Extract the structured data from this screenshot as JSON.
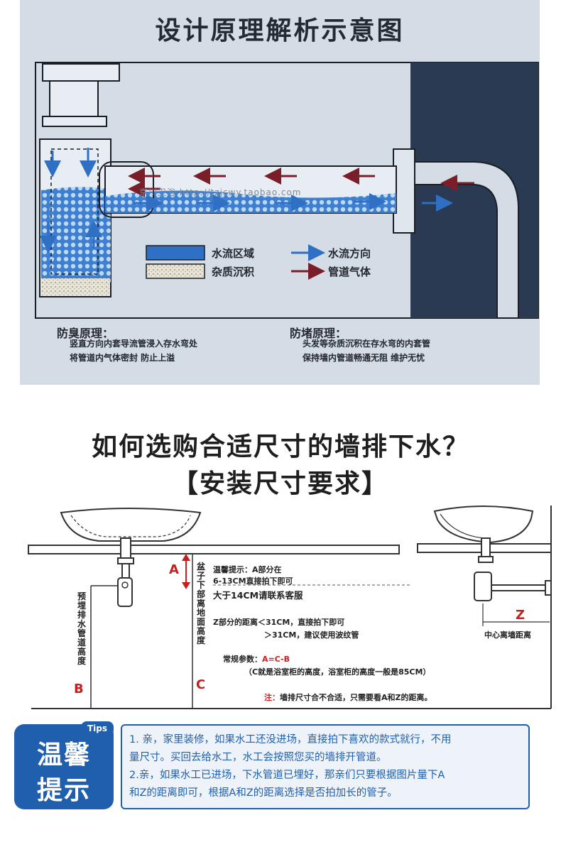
{
  "top_diagram": {
    "title": "设计原理解析示意图",
    "watermark": "京川卫浴  http://tzjcwy.taobao.com",
    "legend": {
      "water_area": "水流区域",
      "sediment": "杂质沉积",
      "water_direction": "水流方向",
      "pipe_gas": "管道气体"
    },
    "anti_odor": {
      "title": "防臭原理：",
      "line1": "竖直方向内套导流管浸入存水弯处",
      "line2": "将管道内气体密封  防止上溢"
    },
    "anti_clog": {
      "title": "防堵原理：",
      "line1": "头发等杂质沉积在存水弯的内套管",
      "line2": "保持墙内管道畅通无阻  维护无忧"
    },
    "colors": {
      "water": "#2f6fc4",
      "gas_arrow": "#7a1f2a",
      "wall": "#2a3a52"
    }
  },
  "heading": {
    "line1": "如何选购合适尺寸的墙排下水？",
    "line2": "【安装尺寸要求】"
  },
  "install_diagram": {
    "label_a": "A",
    "label_b": "B",
    "label_c": "C",
    "label_z": "Z",
    "vertical_left": "预埋排水管道高度",
    "vertical_mid": "盆子下部离地面高度",
    "tip_title": "温馨提示：A部分在",
    "tip_range": "6-13CM直接拍下即可",
    "tip_over": "大于14CM请联系客服",
    "z_line1": "Z部分的距离＜31CM，直接拍下即可",
    "z_line2": "＞31CM，建议使用波纹管",
    "params_label": "常规参数：",
    "params_formula": "A=C-B",
    "params_note": "（C就是浴室柜的高度，浴室柜的高度一般是85CM）",
    "note_label": "注：",
    "note_text": "墙排尺寸合不合适，只需要看A和Z的距离。",
    "z_caption": "中心离墙距离"
  },
  "tips": {
    "tag": "Tips",
    "word1": "温馨",
    "word2": "提示",
    "lines": [
      "1. 亲，家里装修，如果水工还没进场，直接拍下喜欢的款式就行，不用",
      "量尺寸。买回去给水工，水工会按照您买的墙排开管道。",
      "2.亲，如果水工已进场，下水管道已埋好，那亲们只要根据图片量下A",
      "和Z的距离即可，根据A和Z的距离选择是否拍加长的管子。"
    ]
  }
}
